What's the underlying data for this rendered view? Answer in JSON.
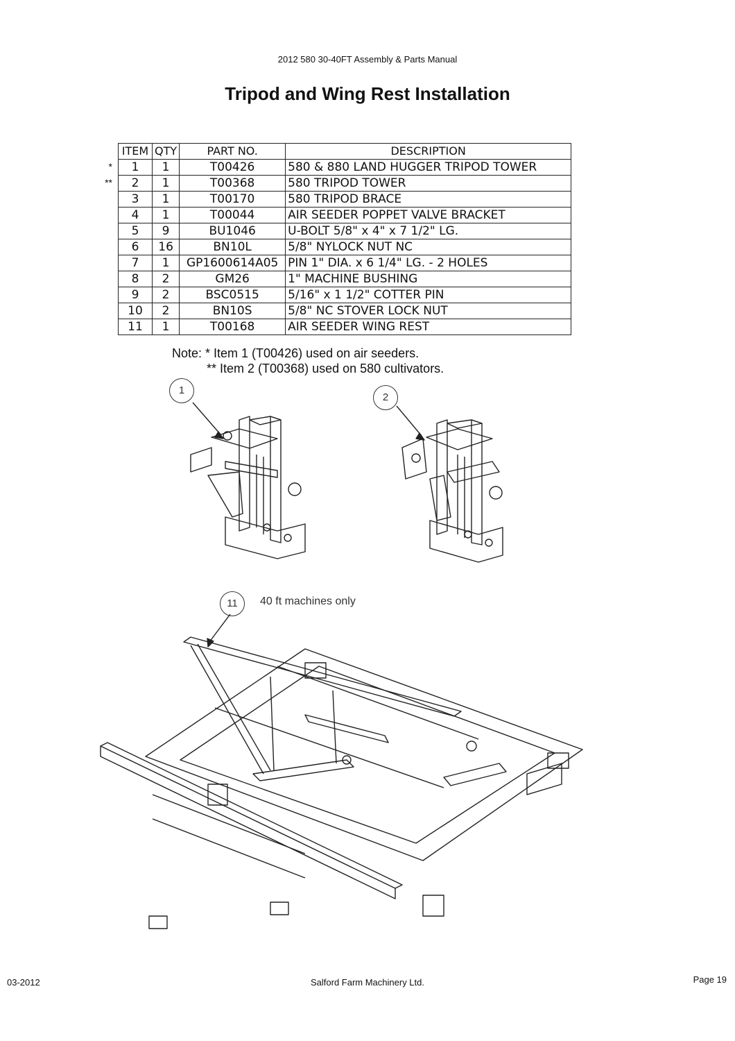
{
  "header": "2012 580 30-40FT Assembly & Parts Manual",
  "title": "Tripod and Wing Rest Installation",
  "table": {
    "headers": [
      "ITEM",
      "QTY",
      "PART NO.",
      "DESCRIPTION"
    ],
    "rows": [
      {
        "mark": "*",
        "item": "1",
        "qty": "1",
        "part": "T00426",
        "desc": "580 & 880 LAND HUGGER TRIPOD TOWER"
      },
      {
        "mark": "**",
        "item": "2",
        "qty": "1",
        "part": "T00368",
        "desc": "580 TRIPOD TOWER"
      },
      {
        "mark": "",
        "item": "3",
        "qty": "1",
        "part": "T00170",
        "desc": "580 TRIPOD BRACE"
      },
      {
        "mark": "",
        "item": "4",
        "qty": "1",
        "part": "T00044",
        "desc": "AIR SEEDER POPPET VALVE BRACKET"
      },
      {
        "mark": "",
        "item": "5",
        "qty": "9",
        "part": "BU1046",
        "desc": "U-BOLT 5/8\" x 4\" x 7 1/2\" LG."
      },
      {
        "mark": "",
        "item": "6",
        "qty": "16",
        "part": "BN10L",
        "desc": "5/8\" NYLOCK NUT NC"
      },
      {
        "mark": "",
        "item": "7",
        "qty": "1",
        "part": "GP1600614A05",
        "desc": "PIN 1\" DIA. x 6 1/4\" LG. - 2 HOLES"
      },
      {
        "mark": "",
        "item": "8",
        "qty": "2",
        "part": "GM26",
        "desc": "1\" MACHINE BUSHING"
      },
      {
        "mark": "",
        "item": "9",
        "qty": "2",
        "part": "BSC0515",
        "desc": "5/16\" x 1 1/2\" COTTER PIN"
      },
      {
        "mark": "",
        "item": "10",
        "qty": "2",
        "part": "BN10S",
        "desc": "5/8\" NC STOVER LOCK NUT"
      },
      {
        "mark": "",
        "item": "11",
        "qty": "1",
        "part": "T00168",
        "desc": "AIR SEEDER WING REST"
      }
    ]
  },
  "notes": {
    "line1": "Note: * Item 1 (T00426) used on air seeders.",
    "line2": "** Item 2 (T00368) used on 580 cultivators."
  },
  "callouts": {
    "c1": "1",
    "c2": "2",
    "c11": "11",
    "c11_note": "40 ft machines only"
  },
  "footer": {
    "date": "03-2012",
    "company": "Salford Farm Machinery Ltd.",
    "page": "Page 19"
  }
}
